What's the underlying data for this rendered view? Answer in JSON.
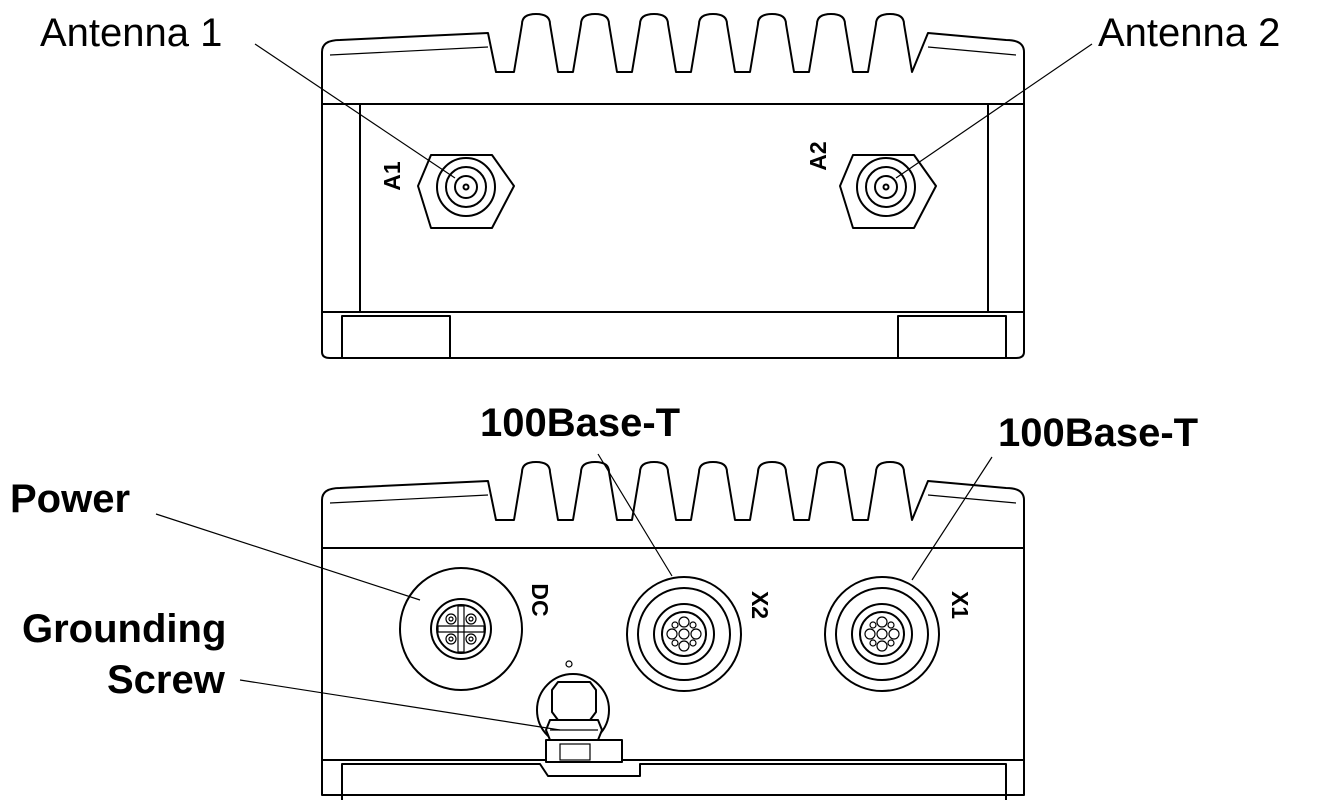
{
  "labels": {
    "antenna1": "Antenna 1",
    "antenna2": "Antenna 2",
    "base_t_left": "100Base-T",
    "base_t_right": "100Base-T",
    "power": "Power",
    "grounding_line1": "Grounding",
    "grounding_line2": "Screw"
  },
  "marks": {
    "a1": "A1",
    "a2": "A2",
    "dc": "DC",
    "x2": "X2",
    "x1": "X1"
  },
  "colors": {
    "ink": "#000000",
    "paper": "#ffffff"
  }
}
